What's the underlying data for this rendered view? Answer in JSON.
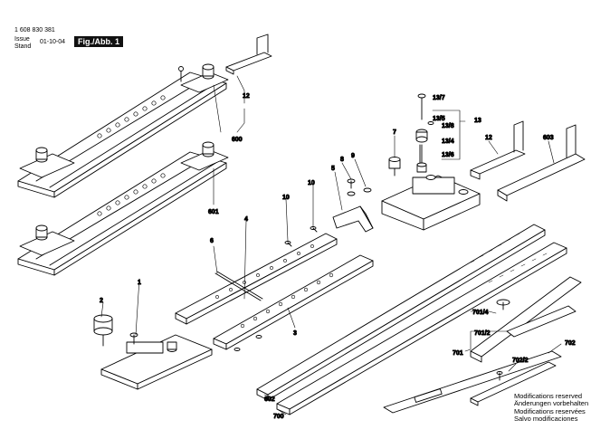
{
  "header": {
    "doc_number": "1 608 830 381",
    "issue_label_1": "Issue",
    "issue_label_2": "Stand",
    "issue_date": "01-10-04",
    "figure_label": "Fig./Abb. 1"
  },
  "callouts": {
    "c1": "1",
    "c2": "2",
    "c3": "3",
    "c4": "4",
    "c5": "5",
    "c6": "6",
    "c7": "7",
    "c8": "8",
    "c9": "9",
    "c10a": "10",
    "c10b": "10",
    "c12a": "12",
    "c12b": "12",
    "c13": "13",
    "c13_7": "13/7",
    "c13_5": "13/5",
    "c13_8": "13/8",
    "c13_4": "13/4",
    "c13_6": "13/6",
    "c600": "600",
    "c601": "601",
    "c602": "602",
    "c603": "603",
    "c700": "700",
    "c701": "701",
    "c701_4": "701/4",
    "c701_2": "701/2",
    "c702": "702",
    "c702_2": "702/2"
  },
  "notes": [
    "Modifications reserved",
    "Änderungen vorbehalten",
    "Modifications reservées",
    "Salvo modificaciones"
  ],
  "colors": {
    "ink": "#000000",
    "paper": "#ffffff",
    "figure_bg": "#111111"
  }
}
